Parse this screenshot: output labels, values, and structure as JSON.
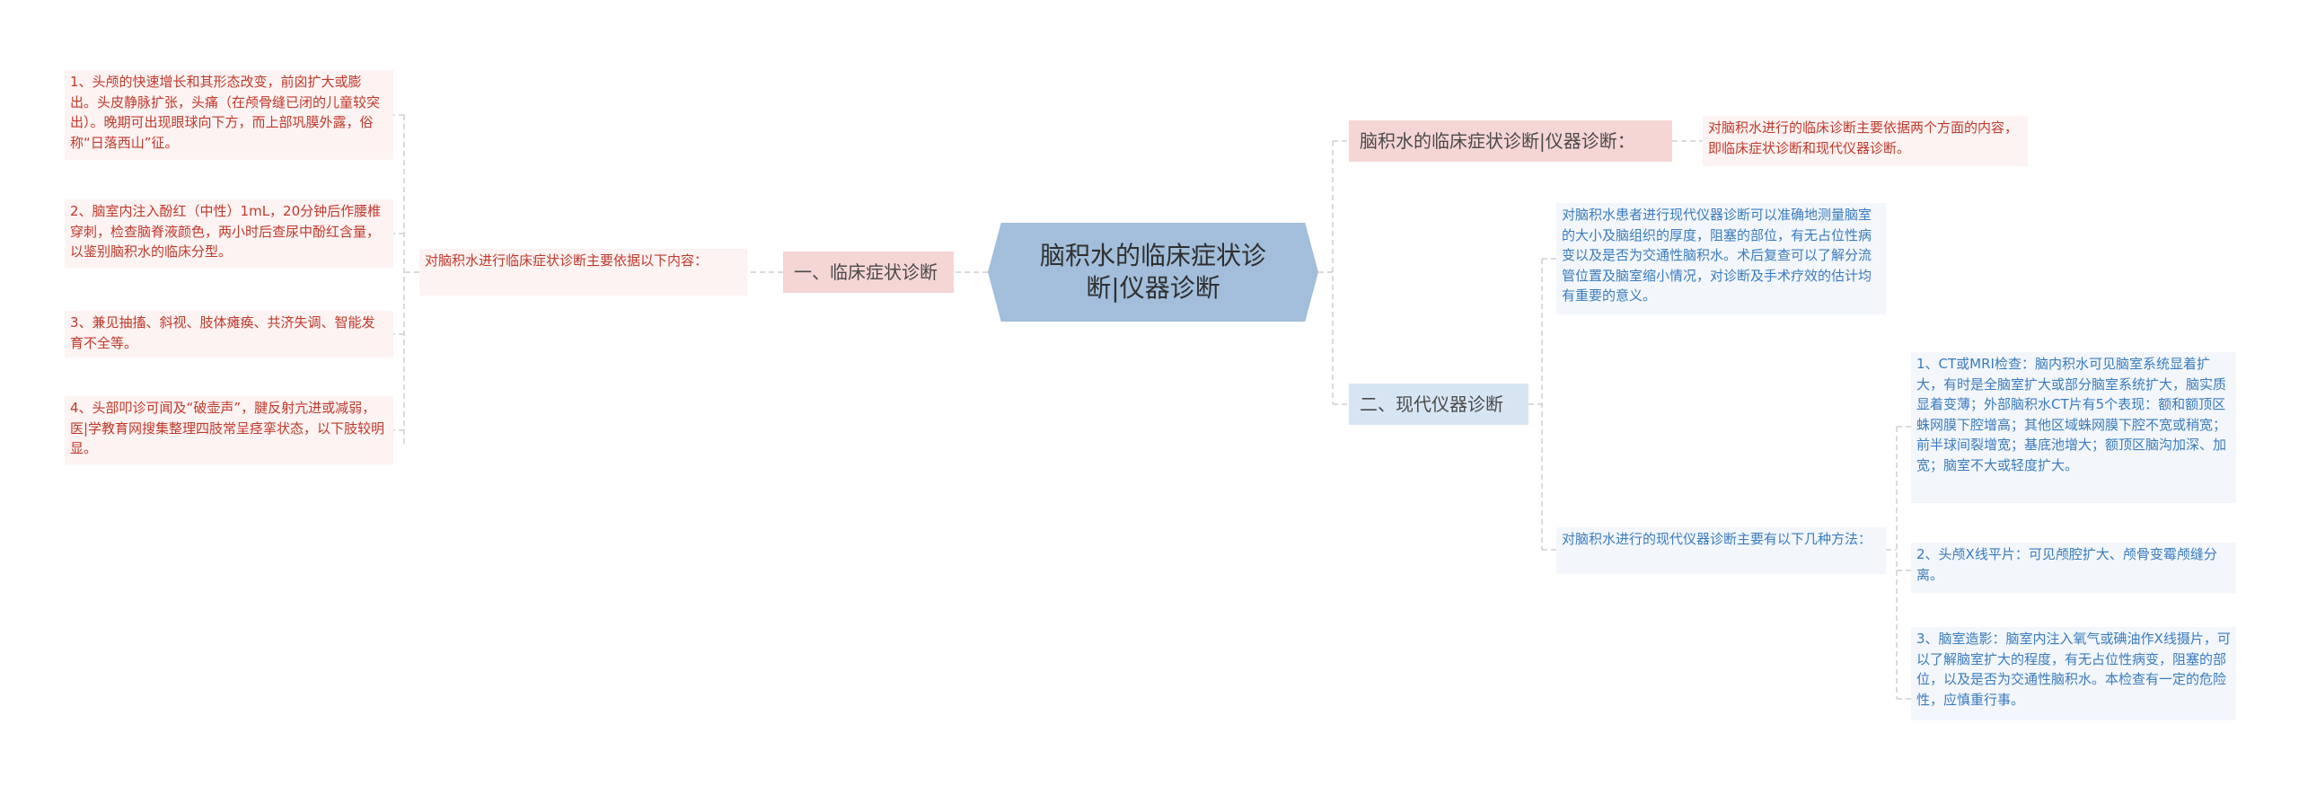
{
  "center": {
    "title": "脑积水的临床症状诊断|仪器诊断"
  },
  "left": {
    "branch_label": "一、临床症状诊断",
    "intro": "对脑积水进行临床症状诊断主要依据以下内容：",
    "items": [
      "1、头颅的快速增长和其形态改变，前囟扩大或膨出。头皮静脉扩张，头痛（在颅骨缝已闭的儿童较突出）。晚期可出现眼球向下方，而上部巩膜外露，俗称“日落西山”征。",
      "2、脑室内注入酚红（中性）1mL，20分钟后作腰椎穿刺，检查脑脊液颜色，两小时后查尿中酚红含量，以鉴别脑积水的临床分型。",
      "3、兼见抽搐、斜视、肢体瘫痪、共济失调、智能发育不全等。",
      "4、头部叩诊可闻及“破壶声”，腱反射亢进或减弱，医|学教育网搜集整理四肢常呈痉挛状态，以下肢较明显。"
    ]
  },
  "right_top": {
    "label": "脑积水的临床症状诊断|仪器诊断：",
    "note": "对脑积水进行的临床诊断主要依据两个方面的内容，即临床症状诊断和现代仪器诊断。"
  },
  "right_bottom": {
    "branch_label": "二、现代仪器诊断",
    "desc": "对脑积水患者进行现代仪器诊断可以准确地测量脑室的大小及脑组织的厚度，阻塞的部位，有无占位性病变以及是否为交通性脑积水。术后复查可以了解分流管位置及脑室缩小情况，对诊断及手术疗效的估计均有重要的意义。",
    "intro": "对脑积水进行的现代仪器诊断主要有以下几种方法：",
    "items": [
      "1、CT或MRI检查：脑内积水可见脑室系统显着扩大，有时是全脑室扩大或部分脑室系统扩大，脑实质显着变薄；外部脑积水CT片有5个表现：额和额顶区蛛网膜下腔增高；其他区域蛛网膜下腔不宽或稍宽；前半球间裂增宽；基底池增大；额顶区脑沟加深、加宽；脑室不大或轻度扩大。",
      "2、头颅X线平片：可见颅腔扩大、颅骨变霉颅缝分离。",
      "3、脑室造影：脑室内注入氧气或碘油作X线摄片，可以了解脑室扩大的程度，有无占位性病变，阻塞的部位，以及是否为交通性脑积水。本检查有一定的危险性，应慎重行事。"
    ]
  }
}
